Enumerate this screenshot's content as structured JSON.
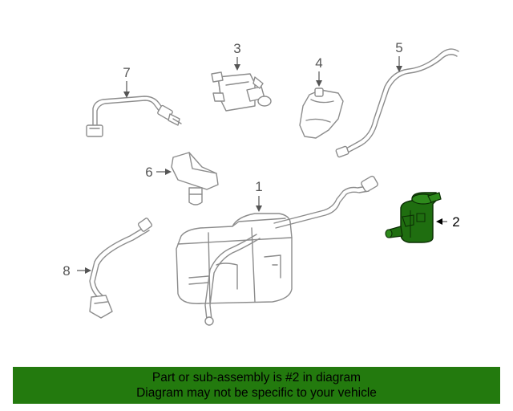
{
  "callouts": {
    "c1": "1",
    "c2": "2",
    "c3": "3",
    "c4": "4",
    "c5": "5",
    "c6": "6",
    "c7": "7",
    "c8": "8"
  },
  "banner": {
    "line1": "Part or sub-assembly is #2 in diagram",
    "line2": "Diagram may not be specific to your vehicle"
  },
  "colors": {
    "highlight_part": "#1f6e10",
    "banner_bg": "#237a0e",
    "line_art": "#8c8c8c",
    "callout_text": "#555555"
  }
}
